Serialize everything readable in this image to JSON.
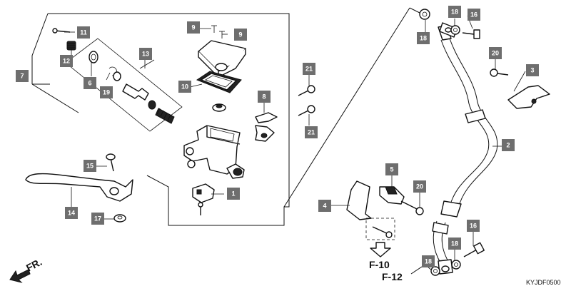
{
  "labels": [
    "1",
    "2",
    "3",
    "4",
    "5",
    "6",
    "7",
    "8",
    "9",
    "9",
    "10",
    "11",
    "12",
    "13",
    "14",
    "15",
    "16",
    "16",
    "17",
    "18",
    "18",
    "18",
    "18",
    "19",
    "20",
    "20",
    "21",
    "21"
  ],
  "references": {
    "f10": "F-10",
    "f12": "F-12"
  },
  "direction_label": "FR.",
  "diagram_code": "KYJDF0500",
  "colors": {
    "label_fill": "#6e6e6e",
    "line": "#111111",
    "background": "#ffffff"
  }
}
